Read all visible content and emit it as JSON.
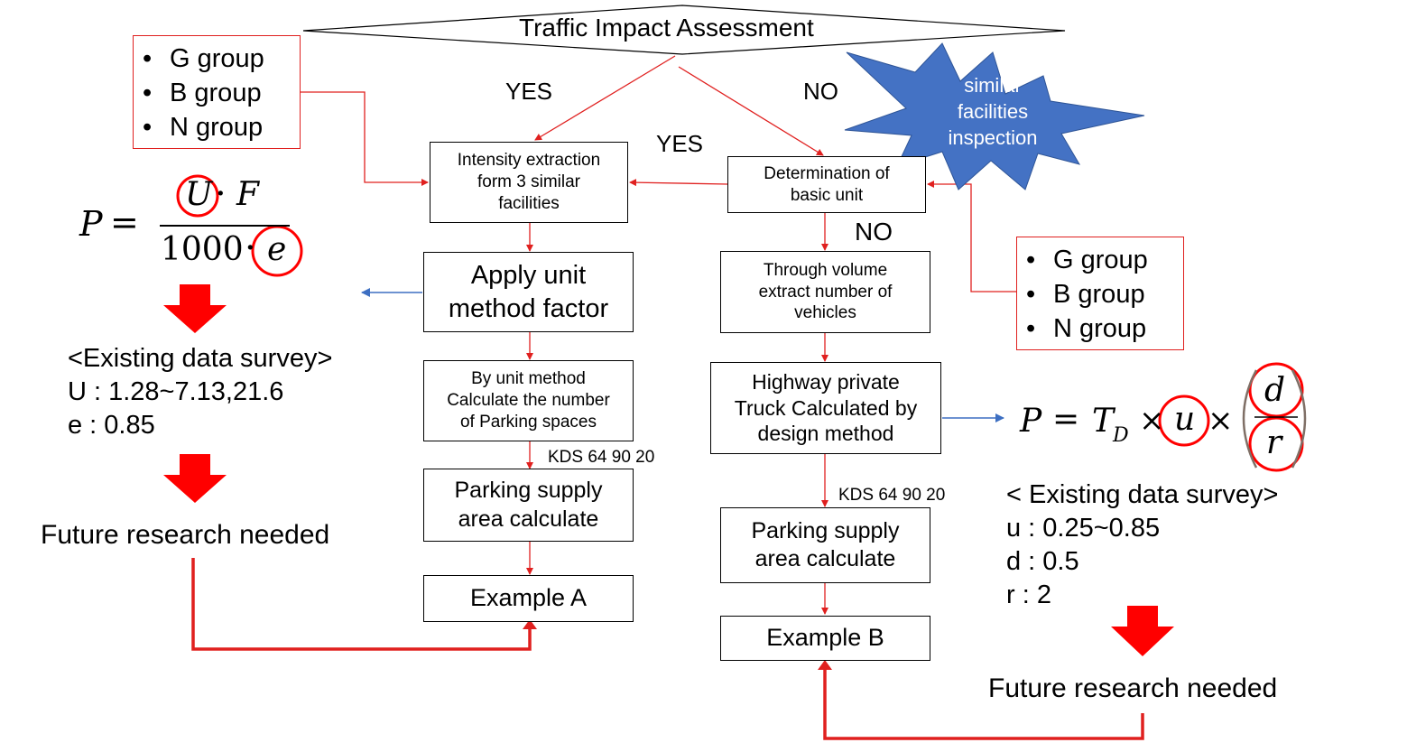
{
  "title": "Traffic Impact Assessment",
  "branches": {
    "yes_top": "YES",
    "no_top": "NO",
    "yes_mid": "YES",
    "no_mid": "NO"
  },
  "starburst": {
    "line1": "similar",
    "line2": "facilities",
    "line3": "inspection"
  },
  "groups_left": {
    "items": [
      "G group",
      "B group",
      "N group"
    ]
  },
  "groups_right": {
    "items": [
      "G group",
      "B group",
      "N group"
    ]
  },
  "bullet": "•",
  "left_flow": {
    "intensity": [
      "Intensity extraction",
      "form 3 similar",
      "facilities"
    ],
    "apply": [
      "Apply unit",
      "method factor"
    ],
    "by_unit": [
      "By unit method",
      "Calculate the number",
      "of Parking spaces"
    ],
    "kds": "KDS 64 90 20",
    "parking": [
      "Parking supply",
      "area calculate"
    ],
    "example": "Example A"
  },
  "right_flow": {
    "determination": [
      "Determination of",
      "basic unit"
    ],
    "through": [
      "Through volume",
      "extract number of",
      "vehicles"
    ],
    "highway": [
      "Highway private",
      "Truck Calculated by",
      "design method"
    ],
    "kds": "KDS 64 90 20",
    "parking": [
      "Parking supply",
      "area calculate"
    ],
    "example": "Example B"
  },
  "formula_left": {
    "P": "P",
    "eq": "=",
    "U": "U",
    "dot": "·",
    "F": "F",
    "den": "1000",
    "e": "e"
  },
  "formula_right": {
    "P": "P",
    "eq": "=",
    "T": "T",
    "sub": "D",
    "times": "×",
    "u": "u",
    "d": "d",
    "r": "r"
  },
  "survey_left": {
    "title": "<Existing data survey>",
    "lines": [
      "U : 1.28~7.13,21.6",
      "e : 0.85"
    ]
  },
  "survey_right": {
    "title": "< Existing data survey>",
    "lines": [
      "u : 0.25~0.85",
      "d : 0.5",
      "r : 2"
    ]
  },
  "future_left": "Future research needed",
  "future_right": "Future research needed",
  "colors": {
    "red": "#e0201f",
    "blue": "#3d6fc2",
    "star": "#4472c4"
  }
}
